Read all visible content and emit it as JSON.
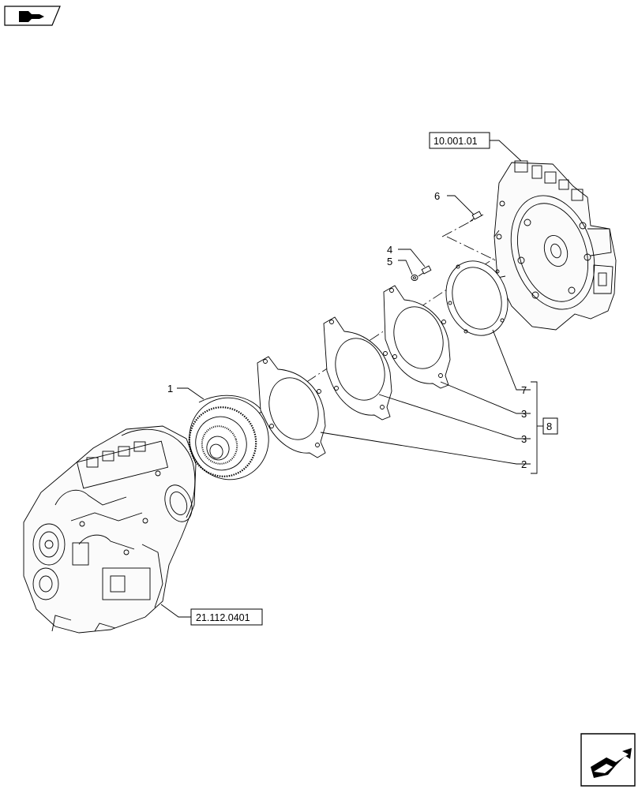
{
  "nav": {
    "prev_icon": "hand-pointer-back-icon",
    "next_icon": "hand-pointer-forward-icon"
  },
  "references": {
    "engine": "10.001.01",
    "transmission": "21.112.0401"
  },
  "callouts": {
    "torque_converter": "1",
    "drive_plate": "2",
    "plate_a": "3",
    "plate_b": "3",
    "bolt_4": "4",
    "washer_5": "5",
    "bolt_6": "6",
    "plate_7": "7",
    "kit_8": "8"
  }
}
